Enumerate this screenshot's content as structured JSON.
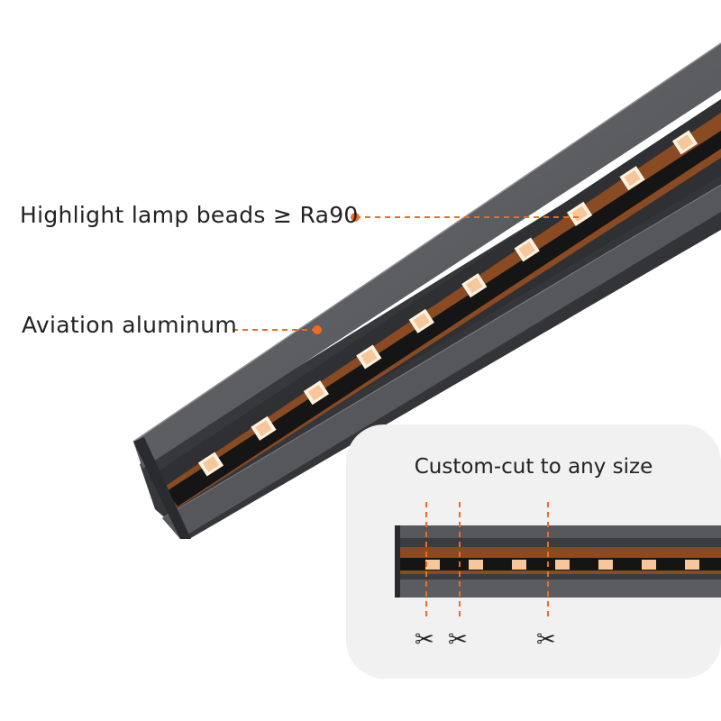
{
  "callouts": {
    "beads": "Highlight lamp beads ≥ Ra90",
    "aluminum": "Aviation aluminum"
  },
  "inset": {
    "title": "Custom-cut to any size",
    "cut_marks": 3
  },
  "colors": {
    "accent": "#f26a21",
    "profile": "#4a4c50",
    "pcb": "#8a4a22",
    "led_warm": "#f5c79a",
    "led_cool": "#fdf1df",
    "panel": "#f1f1f1"
  },
  "icons": [
    "scissors-icon",
    "callout-dot"
  ]
}
